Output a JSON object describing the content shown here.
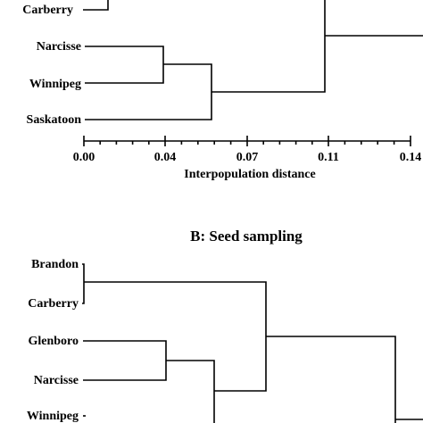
{
  "panel_a": {
    "leaves": [
      "Carberry",
      "Narcisse",
      "Winnipeg",
      "Saskatoon"
    ],
    "axis": {
      "ticks": [
        "0.00",
        "0.04",
        "0.07",
        "0.11",
        "0.14"
      ],
      "title": "Interpopulation distance"
    }
  },
  "panel_b": {
    "title": "B: Seed sampling",
    "leaves": [
      "Brandon",
      "Carberry",
      "Glenboro",
      "Narcisse",
      "Winnipeg"
    ]
  }
}
